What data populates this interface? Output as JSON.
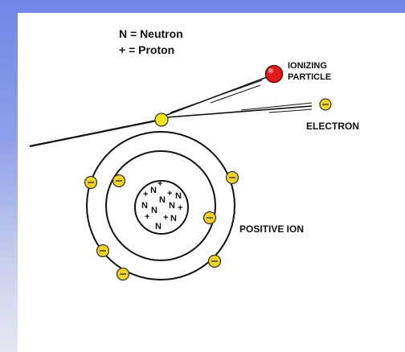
{
  "legend": {
    "neutron": "N = Neutron",
    "proton": "+ = Proton"
  },
  "labels": {
    "ionizing_line1": "IONIZING",
    "ionizing_line2": "PARTICLE",
    "electron": "ELECTRON",
    "positive_ion": "POSITIVE ION"
  },
  "symbols": {
    "neutron": "N",
    "proton": "+",
    "electron": "⊖"
  },
  "colors": {
    "ionizing_particle": "#e01b1b",
    "struck_electron": "#f2e21a",
    "orbital_electron": "#f0d02a",
    "slide_background": "#7f93e8"
  }
}
